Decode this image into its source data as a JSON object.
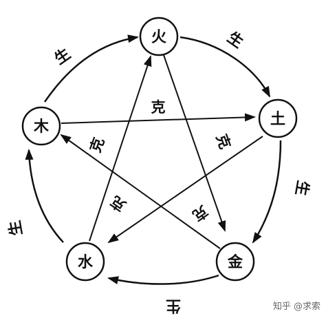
{
  "elements": {
    "fire": "火",
    "earth": "土",
    "metal": "金",
    "water": "水",
    "wood": "木"
  },
  "generating_label": "生",
  "overcoming_label": "克",
  "watermark": "知乎 @求索"
}
